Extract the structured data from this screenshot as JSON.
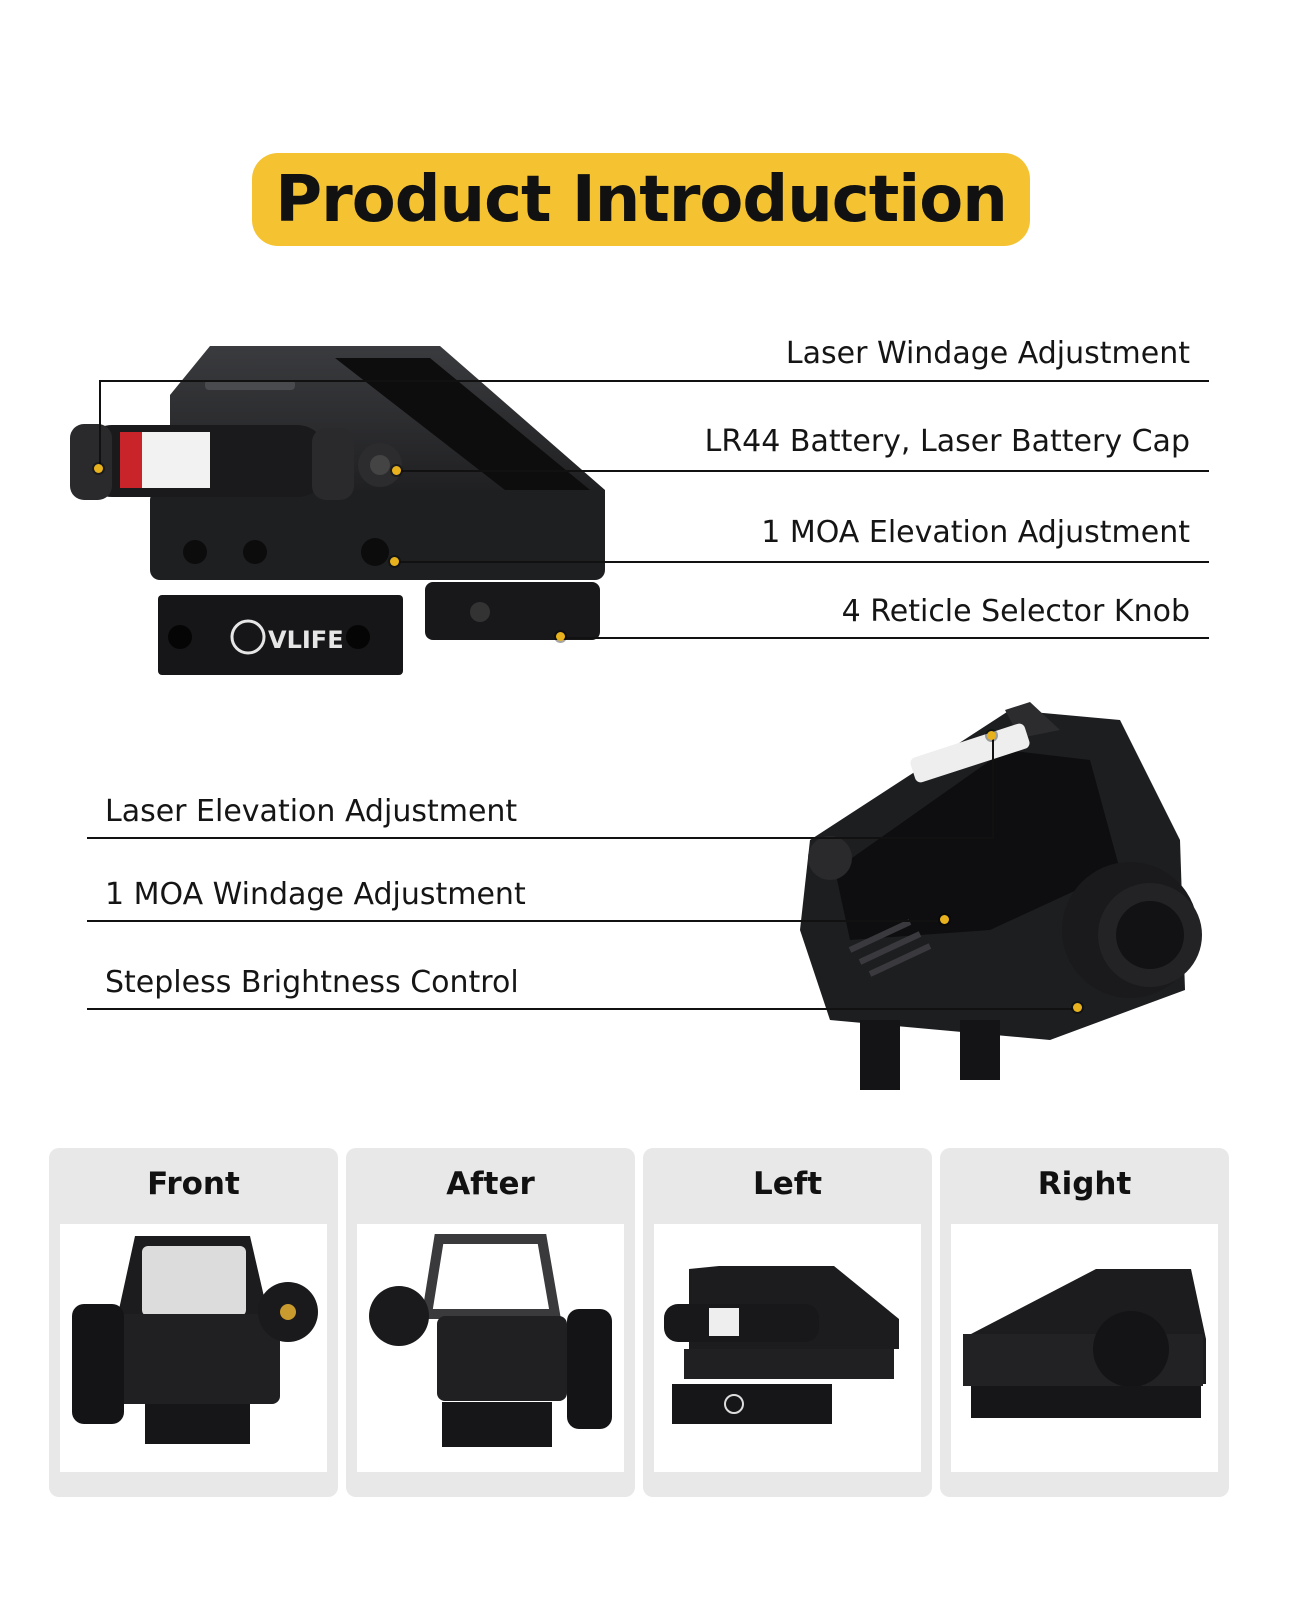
{
  "title": "Product Introduction",
  "top_labels": [
    "Laser Windage Adjustment",
    "LR44 Battery, Laser Battery Cap",
    "1 MOA Elevation Adjustment",
    "4 Reticle Selector Knob"
  ],
  "bottom_labels": [
    "Laser Elevation Adjustment",
    "1 MOA Windage Adjustment",
    "Stepless Brightness Control"
  ],
  "brand": "CVLIFE",
  "views": [
    {
      "label": "Front"
    },
    {
      "label": "After"
    },
    {
      "label": "Left"
    },
    {
      "label": "Right"
    }
  ],
  "colors": {
    "accent": "#f5c332",
    "marker": "#e8b21e",
    "card_bg": "#e8e8e8",
    "product": "#1b1c1e"
  }
}
